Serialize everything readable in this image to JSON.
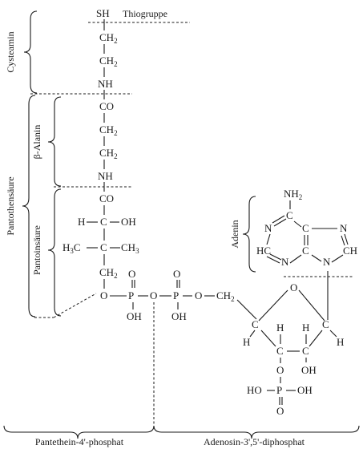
{
  "labels": {
    "thiogruppe": "Thiogruppe",
    "cysteamin": "Cysteamin",
    "beta_alanin": "β-Alanin",
    "pantothensaeure": "Pantothensäure",
    "pantoinsaeure": "Pantoinsäure",
    "adenin": "Adenin",
    "pantethein_phosphat": "Pantethein-4'-phosphat",
    "adenosin_diphosphat": "Adenosin-3',5'-diphosphat"
  },
  "atoms": {
    "sh": "SH",
    "ch2": "CH",
    "sub2": "2",
    "sub3": "3",
    "nh": "NH",
    "co": "CO",
    "c": "C",
    "h": "H",
    "oh": "OH",
    "h3c": "H",
    "ch3": "CH",
    "o": "O",
    "p": "P",
    "nh2": "NH",
    "n": "N",
    "hc": "HC",
    "ch": "CH",
    "ho": "HO"
  }
}
